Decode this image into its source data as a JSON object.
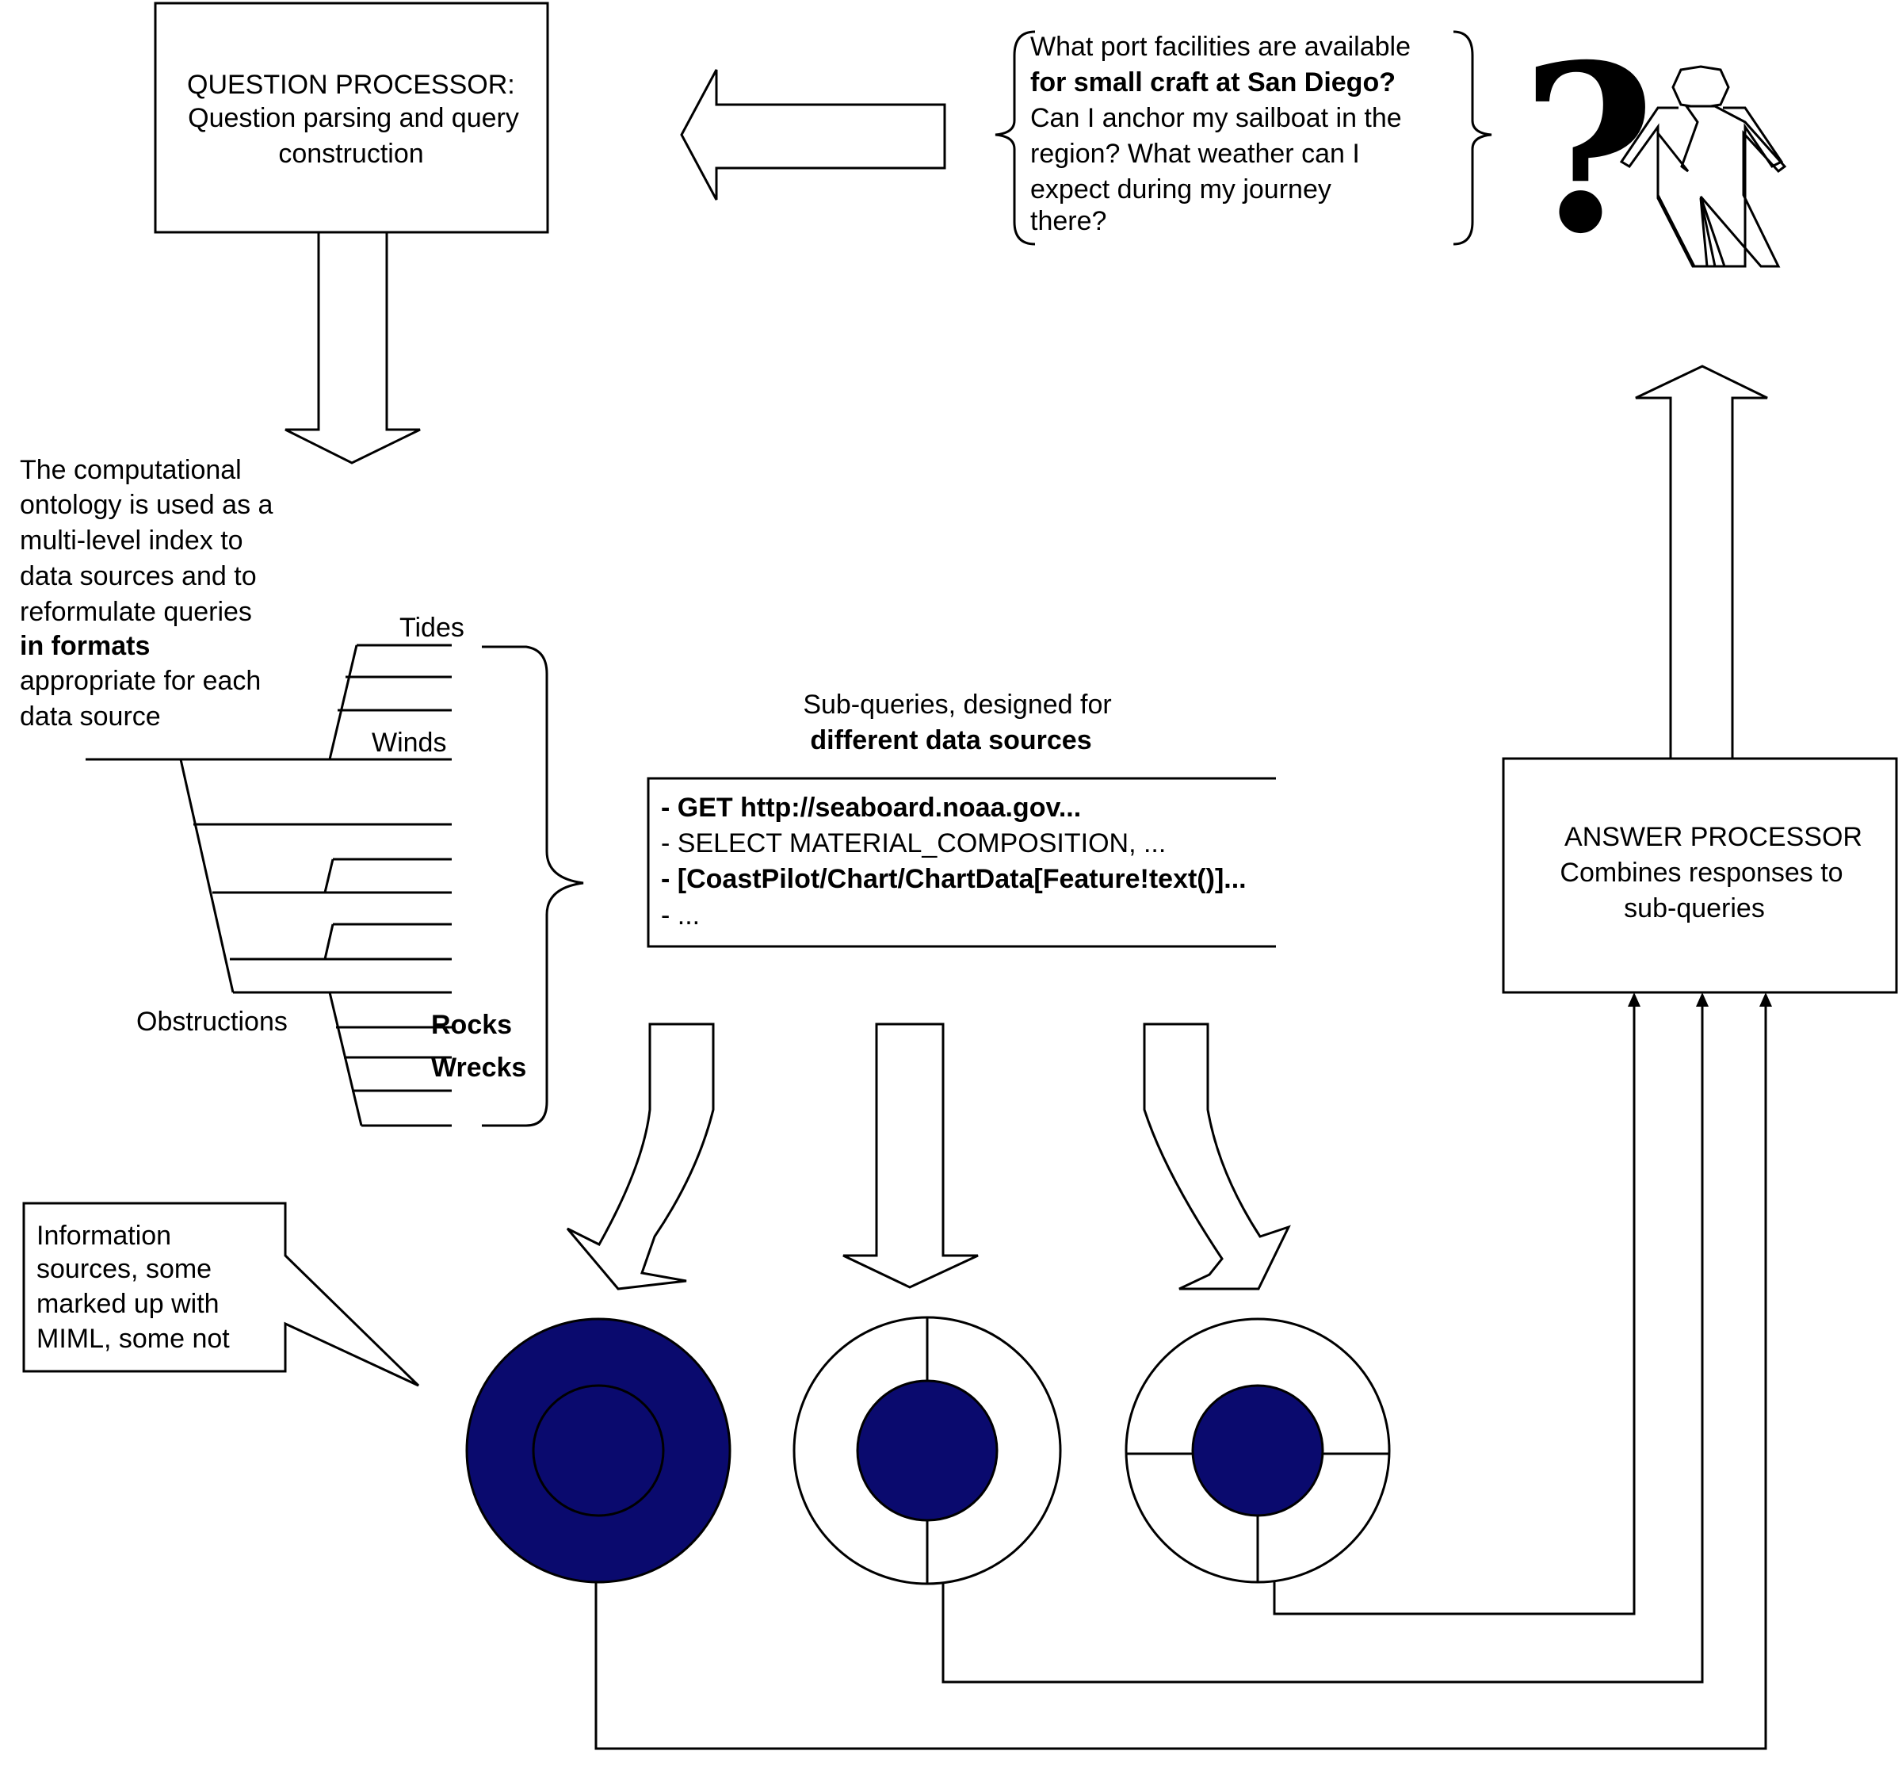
{
  "question_processor": {
    "title": "QUESTION PROCESSOR:",
    "line1": "Question parsing and query",
    "line2": "construction"
  },
  "user_question": {
    "line1": "What port facilities are available",
    "line2": "for small craft at San Diego?",
    "line3": "Can I anchor my sailboat in the",
    "line4": "region?  What weather can I",
    "line5": "expect during my journey",
    "line6": "there?"
  },
  "question_mark": "?",
  "ontology_note": {
    "line1": "The computational",
    "line2": "ontology is used as a",
    "line3": "multi-level index to",
    "line4": "data sources and to",
    "line5": "reformulate queries",
    "line6": "in formats",
    "line7": "appropriate for each",
    "line8": "data source"
  },
  "ontology_tree": {
    "tides": "Tides",
    "winds": "Winds",
    "obstructions": "Obstructions",
    "rocks": "Rocks",
    "wrecks": "Wrecks"
  },
  "subqueries": {
    "caption1": "Sub-queries, designed for",
    "caption2": "different data sources",
    "items": [
      "- GET http://seaboard.noaa.gov...",
      "- SELECT MATERIAL_COMPOSITION, ...",
      "- [CoastPilot/Chart/ChartData[Feature!text()]...",
      "- ..."
    ]
  },
  "answer_processor": {
    "title": "ANSWER PROCESSOR",
    "line1": "Combines responses to",
    "line2": "sub-queries"
  },
  "info_callout": {
    "line1": "Information",
    "line2": "sources, some",
    "line3": "marked up with",
    "line4": "MIML, some not"
  },
  "colors": {
    "source_fill": "#0a0a6e",
    "stroke": "#000000",
    "background": "#ffffff"
  }
}
